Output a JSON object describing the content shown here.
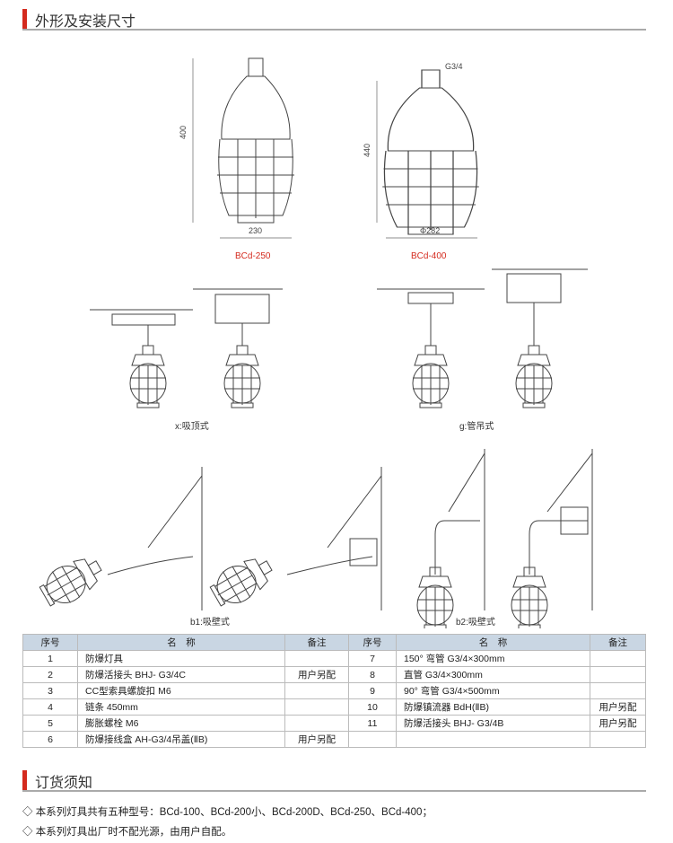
{
  "sections": {
    "dimensions": "外形及安装尺寸",
    "ordering": "订货须知"
  },
  "drawings": {
    "bcd250": {
      "height": "400",
      "width": "230",
      "label": "BCd-250"
    },
    "bcd400": {
      "thread": "G3/4",
      "height": "440",
      "diameter": "Φ282",
      "label": "BCd-400"
    },
    "mount_x": "x:吸顶式",
    "mount_g": "g:管吊式",
    "mount_b1": "b1:吸壁式",
    "mount_b2": "b2:吸壁式"
  },
  "table": {
    "headers": [
      "序号",
      "名　称",
      "备注",
      "序号",
      "名　称",
      "备注"
    ],
    "rows": [
      [
        "1",
        "防爆灯具",
        "",
        "7",
        "150° 弯管 G3/4×300mm",
        ""
      ],
      [
        "2",
        "防爆活接头 BHJ- G3/4C",
        "用户另配",
        "8",
        "直管 G3/4×300mm",
        ""
      ],
      [
        "3",
        "CC型索具螺旋扣 M6",
        "",
        "9",
        "90° 弯管 G3/4×500mm",
        ""
      ],
      [
        "4",
        "链条 450mm",
        "",
        "10",
        "防爆镇流器 BdH(ⅡB)",
        "用户另配"
      ],
      [
        "5",
        "膨胀螺栓 M6",
        "",
        "11",
        "防爆活接头 BHJ- G3/4B",
        "用户另配"
      ],
      [
        "6",
        "防爆接线盒 AH-G3/4吊盖(ⅡB)",
        "用户另配",
        "",
        "",
        ""
      ]
    ]
  },
  "notes": [
    "◇ 本系列灯具共有五种型号：BCd-100、BCd-200小、BCd-200D、BCd-250、BCd-400；",
    "◇ 本系列灯具出厂时不配光源，由用户自配。"
  ],
  "colors": {
    "accent": "#d42a1e",
    "header_bg": "#c9d6e3"
  }
}
